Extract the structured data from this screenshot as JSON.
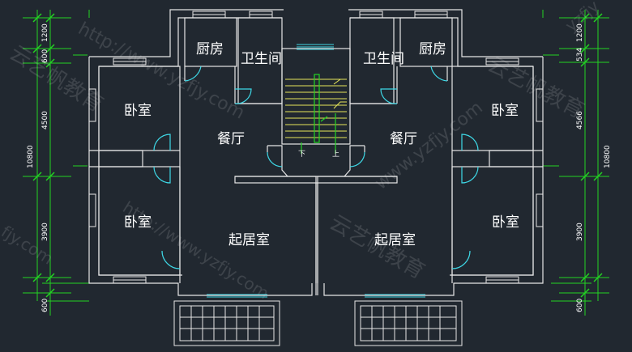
{
  "rooms": {
    "kitchen_left": "厨房",
    "bath_left": "卫生间",
    "bath_right": "卫生间",
    "kitchen_right": "厨房",
    "bedroom_top_left": "卧室",
    "bedroom_top_right": "卧室",
    "dining_left": "餐厅",
    "dining_right": "餐厅",
    "bedroom_bottom_left": "卧室",
    "bedroom_bottom_right": "卧室",
    "living_left": "起居室",
    "living_right": "起居室"
  },
  "stair": {
    "down": "下",
    "up": "上"
  },
  "dimensions": {
    "left": [
      "1200",
      "600",
      "4500",
      "3900",
      "600"
    ],
    "left_total": "10800",
    "right": [
      "1200",
      "534",
      "4566",
      "3900",
      "600"
    ],
    "right_total": "10800"
  },
  "watermarks": {
    "url1": "http://www.yzfjy.com",
    "url2": "www.yzfjy.com",
    "url3": "http://www.yzfjy.com",
    "brand1": "云艺帆教育",
    "brand2": "云艺帆教育",
    "brand3": "云艺帆教育",
    "frag1": "yzfjy",
    "frag2": "fjy.com"
  },
  "colors": {
    "background": "#212830",
    "wall": "#e6e6e6",
    "dimension": "#22d422",
    "door": "#3ed8e6",
    "stair": "#e6e65a",
    "text": "#ffffff"
  }
}
